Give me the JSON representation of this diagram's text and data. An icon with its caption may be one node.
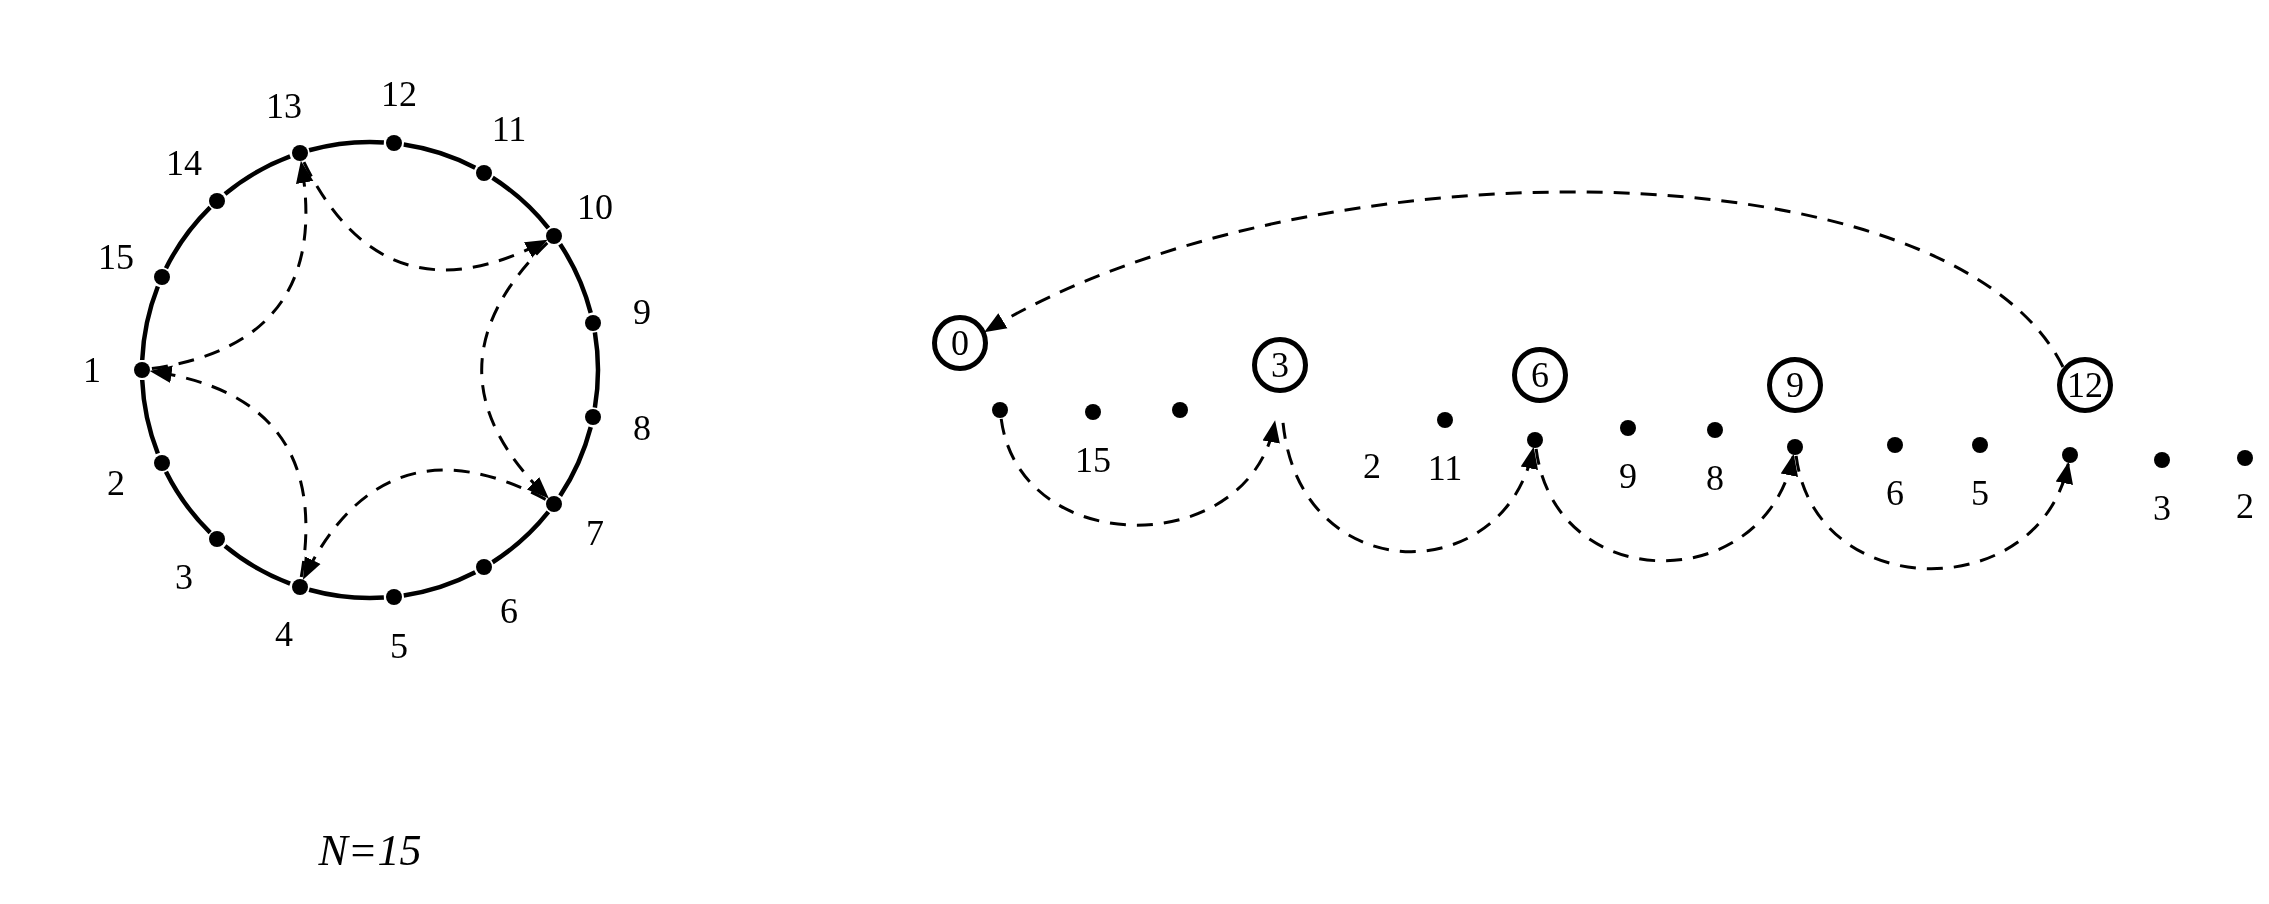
{
  "diagram": {
    "caption": "N=15",
    "nodes": [
      {
        "text": [],
        "shape": "circle",
        "beside": [
          "1"
        ]
      },
      {
        "text": [],
        "shape": "circle",
        "beside": [
          "2"
        ]
      },
      {
        "text": [],
        "shape": "circle",
        "beside": [
          "3"
        ]
      },
      {
        "text": [],
        "shape": "circle",
        "beside": [
          "4"
        ]
      },
      {
        "text": [],
        "shape": "circle",
        "beside": [
          "5"
        ]
      },
      {
        "text": [],
        "shape": "circle",
        "beside": [
          "6"
        ]
      },
      {
        "text": [],
        "shape": "circle",
        "beside": [
          "7"
        ]
      },
      {
        "text": [],
        "shape": "circle",
        "beside": [
          "8"
        ]
      },
      {
        "text": [],
        "shape": "circle",
        "beside": [
          "9"
        ]
      },
      {
        "text": [],
        "shape": "circle",
        "beside": [
          "10"
        ]
      },
      {
        "text": [],
        "shape": "circle",
        "beside": [
          "11"
        ]
      },
      {
        "text": [],
        "shape": "circle",
        "beside": [
          "12"
        ]
      },
      {
        "text": [],
        "shape": "circle",
        "beside": [
          "13"
        ]
      },
      {
        "text": [],
        "shape": "circle",
        "beside": [
          "14"
        ]
      },
      {
        "text": [],
        "shape": "circle",
        "beside": [
          "15"
        ]
      },
      {
        "text": [
          "0"
        ]
      },
      {
        "text": [],
        "shape": "circle",
        "beside": [
          "15"
        ]
      },
      {
        "text": [],
        "shape": "circle"
      },
      {
        "text": [
          "3"
        ]
      },
      {
        "text": [],
        "shape": "circle",
        "beside": [
          "11"
        ]
      },
      {
        "text": [
          "6"
        ]
      },
      {
        "text": [],
        "shape": "circle",
        "beside": [
          "9"
        ]
      },
      {
        "text": [],
        "shape": "circle",
        "beside": [
          "8"
        ]
      },
      {
        "text": [
          "9"
        ]
      },
      {
        "text": [],
        "shape": "circle",
        "beside": [
          "6"
        ]
      },
      {
        "text": [],
        "shape": "circle",
        "beside": [
          "5"
        ]
      },
      {
        "text": [
          "12"
        ]
      },
      {
        "text": [],
        "shape": "circle",
        "beside": [
          "3"
        ]
      },
      {
        "text": [],
        "shape": "circle",
        "beside": [
          "2"
        ]
      }
    ],
    "edges": [
      {
        "from": 0,
        "to": 1,
        "arrow": "none"
      },
      {
        "from": 1,
        "to": 2,
        "arrow": "none"
      },
      {
        "from": 2,
        "to": 3,
        "arrow": "none"
      },
      {
        "from": 3,
        "to": 4,
        "arrow": "none"
      },
      {
        "from": 4,
        "to": 5,
        "arrow": "none"
      },
      {
        "from": 5,
        "to": 6,
        "arrow": "none"
      },
      {
        "from": 6,
        "to": 7,
        "arrow": "none"
      },
      {
        "from": 7,
        "to": 8,
        "arrow": "none"
      },
      {
        "from": 8,
        "to": 9,
        "arrow": "none"
      },
      {
        "from": 9,
        "to": 10,
        "arrow": "none"
      },
      {
        "from": 10,
        "to": 11,
        "arrow": "none"
      },
      {
        "from": 11,
        "to": 12,
        "arrow": "none"
      },
      {
        "from": 12,
        "to": 13,
        "arrow": "none"
      },
      {
        "from": 13,
        "to": 14,
        "arrow": "none"
      },
      {
        "from": 14,
        "to": 0,
        "arrow": "none"
      },
      {
        "from": 0,
        "to": 12,
        "arrow": "to",
        "style": "dashed"
      },
      {
        "from": 12,
        "to": 9,
        "arrow": "to",
        "style": "dashed"
      },
      {
        "from": 9,
        "to": 6,
        "arrow": "to",
        "style": "dashed"
      },
      {
        "from": 6,
        "to": 3,
        "arrow": "to",
        "style": "dashed"
      },
      {
        "from": 3,
        "to": 0,
        "arrow": "to",
        "style": "dashed"
      },
      {
        "from": 15,
        "to": 18,
        "arrow": "to",
        "style": "dashed"
      },
      {
        "from": 18,
        "to": 20,
        "arrow": "to",
        "style": "dashed"
      },
      {
        "from": 20,
        "to": 23,
        "arrow": "to",
        "style": "dashed"
      },
      {
        "from": 23,
        "to": 26,
        "arrow": "to",
        "style": "dashed"
      },
      {
        "from": 26,
        "to": 15,
        "arrow": "to",
        "style": "dashed"
      }
    ],
    "labels": [
      "2"
    ]
  }
}
